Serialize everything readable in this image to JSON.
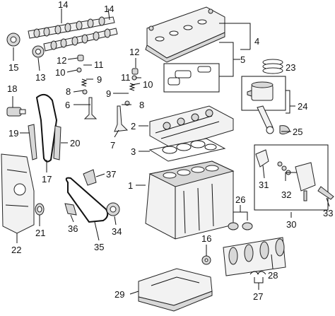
{
  "callouts": {
    "c1": "1",
    "c2": "2",
    "c3": "3",
    "c4": "4",
    "c5": "5",
    "c6": "6",
    "c7": "7",
    "c8a": "8",
    "c8b": "8",
    "c9a": "9",
    "c9b": "9",
    "c10a": "10",
    "c10b": "10",
    "c11a": "11",
    "c11b": "11",
    "c12a": "12",
    "c12b": "12",
    "c13": "13",
    "c14a": "14",
    "c14b": "14",
    "c15": "15",
    "c16": "16",
    "c17": "17",
    "c18": "18",
    "c19": "19",
    "c20": "20",
    "c21": "21",
    "c22": "22",
    "c23": "23",
    "c24": "24",
    "c25": "25",
    "c26": "26",
    "c27": "27",
    "c28": "28",
    "c29": "29",
    "c30": "30",
    "c31": "31",
    "c32": "32",
    "c33": "33",
    "c34": "34",
    "c35": "35",
    "c36": "36",
    "c37": "37"
  },
  "colors": {
    "line": "#111111",
    "part_fill": "#f2f2f2",
    "part_shade": "#d8d8d8",
    "background": "#ffffff"
  }
}
